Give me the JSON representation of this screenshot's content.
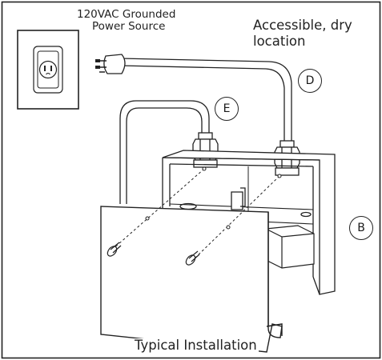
{
  "labels": {
    "power_source_line1": "120VAC Grounded",
    "power_source_line2": "Power Source",
    "location_line1": "Accessible, dry",
    "location_line2": "location",
    "caption": "Typical Installation"
  },
  "callouts": {
    "d": "D",
    "e": "E",
    "b": "B"
  }
}
